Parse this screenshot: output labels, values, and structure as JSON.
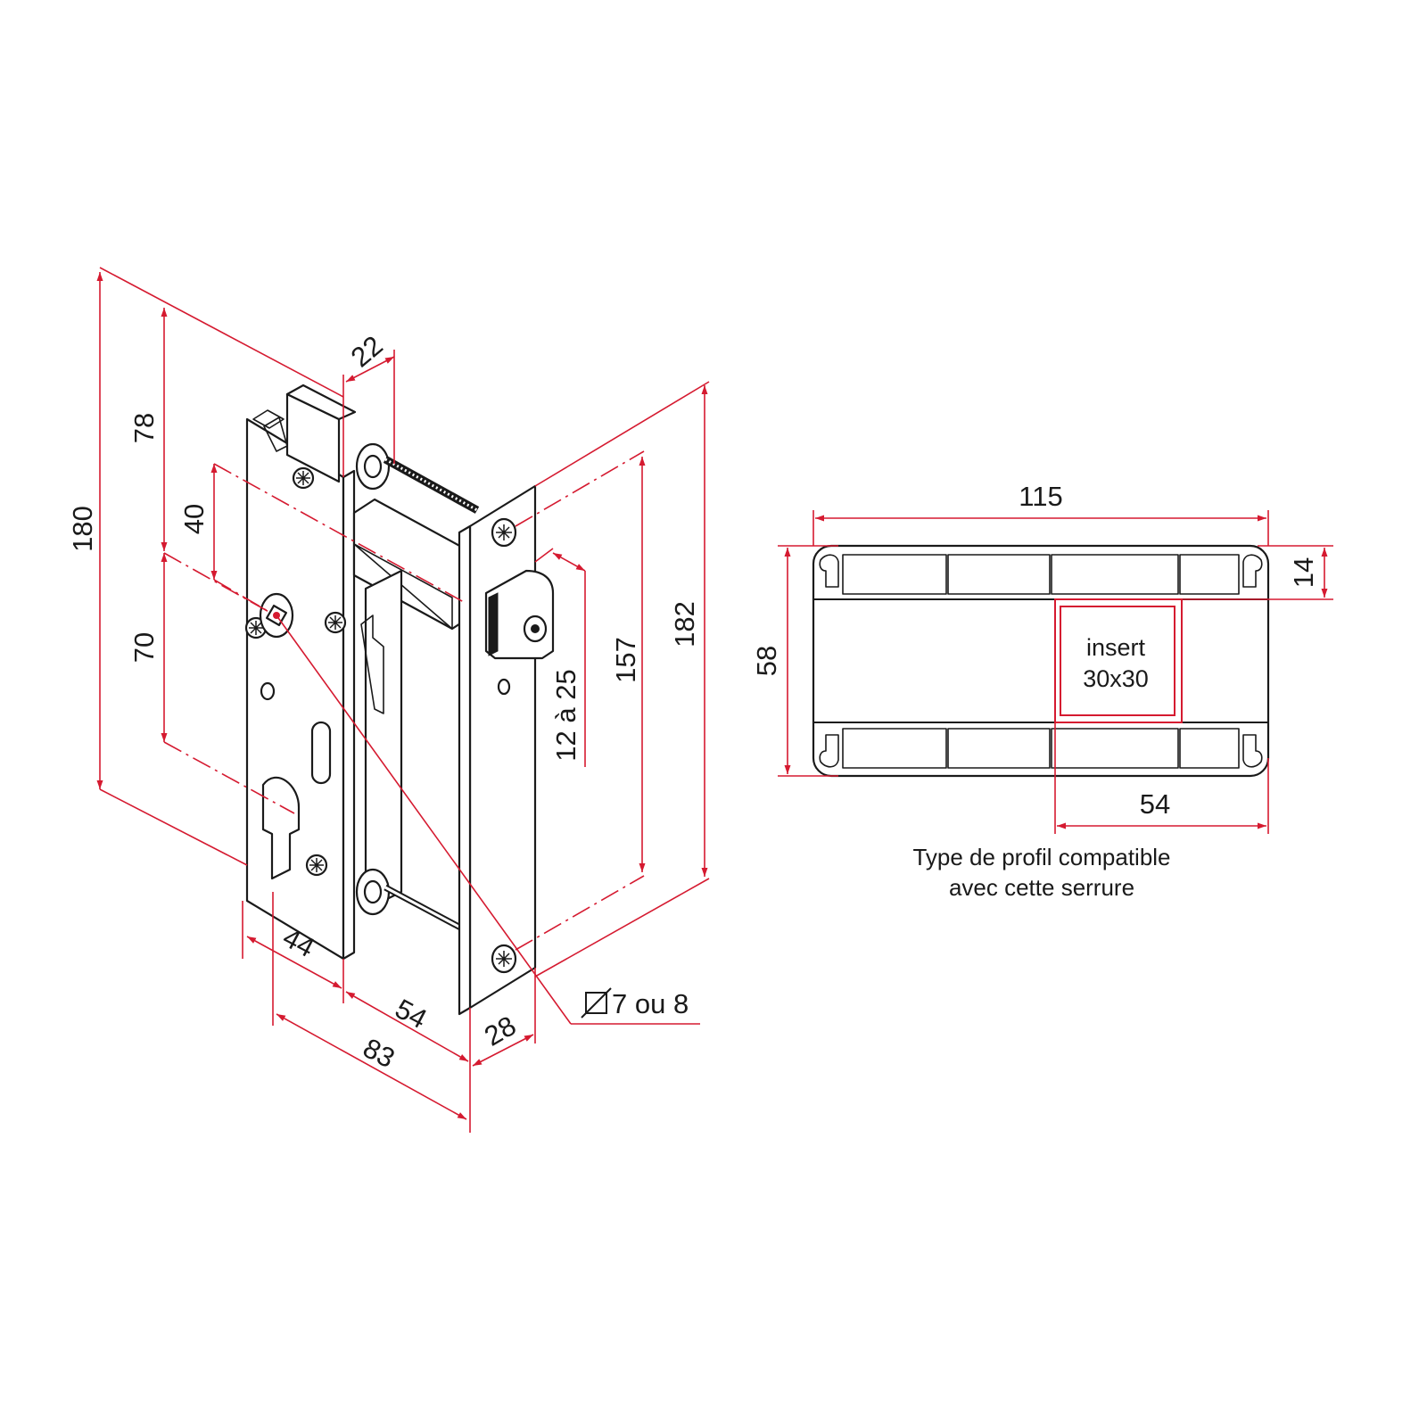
{
  "lock_dimensions": {
    "total_height": "180",
    "upper_height": "78",
    "upper_offset": "40",
    "lower_height": "70",
    "top_offset": "22",
    "case_depth": "44",
    "bolt_extension": "54",
    "overall_depth": "83",
    "faceplate_width": "28",
    "latch_range": "12 à 25",
    "screw_spacing": "157",
    "faceplate_height": "182",
    "square_spindle": "7 ou 8"
  },
  "profile": {
    "width": "115",
    "height": "58",
    "top_wall": "14",
    "insert_offset": "54",
    "insert_label_line1": "insert",
    "insert_label_line2": "30x30",
    "caption_line1": "Type de profil compatible",
    "caption_line2": "avec cette serrure"
  },
  "colors": {
    "dimension": "#d51a30",
    "outline": "#1a1a1a",
    "background": "#ffffff"
  }
}
